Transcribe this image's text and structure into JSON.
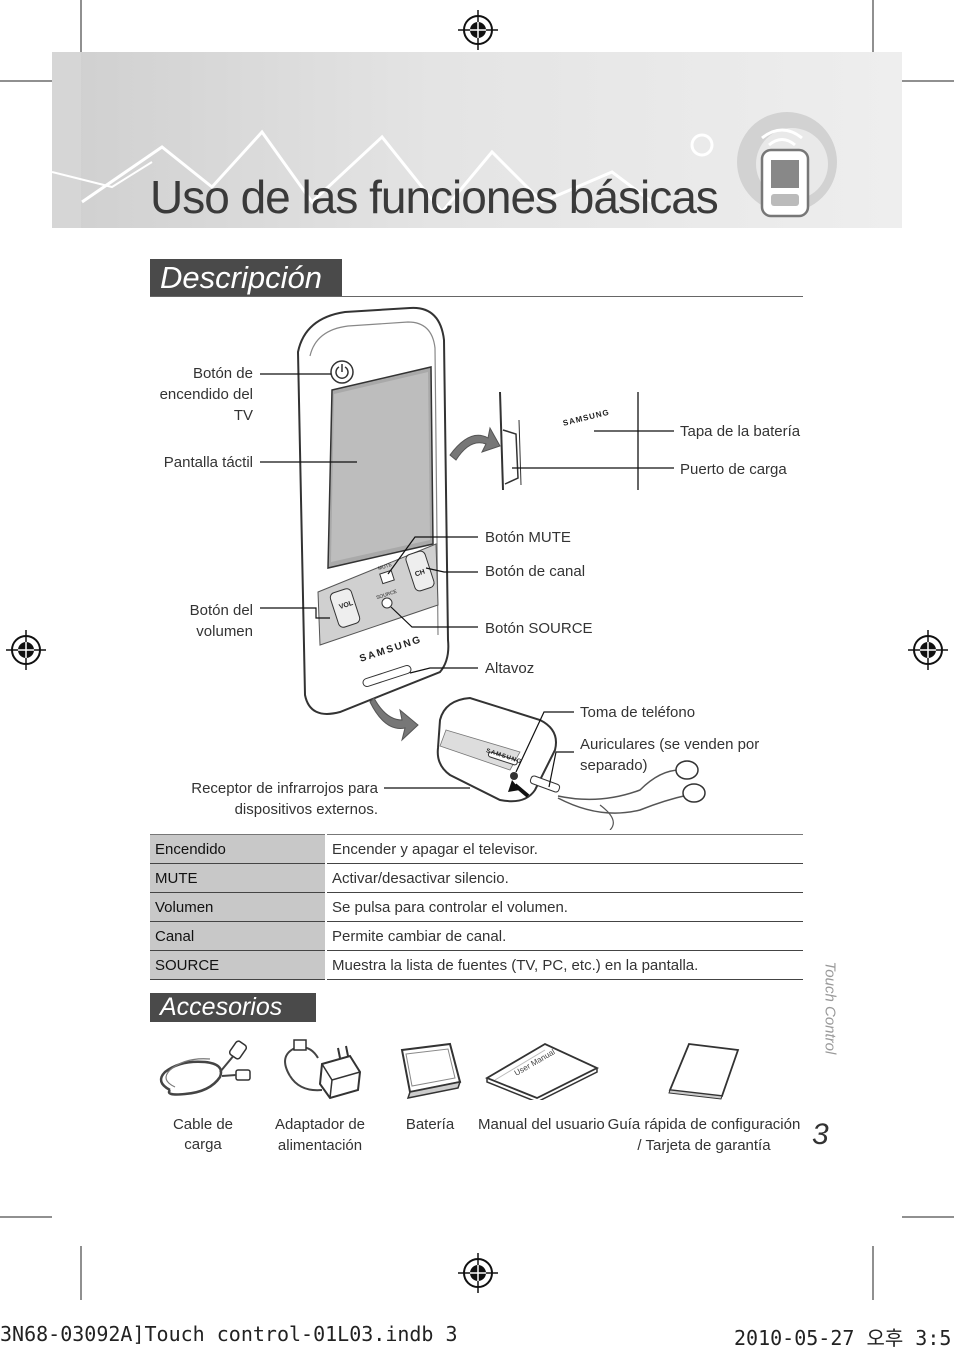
{
  "page": {
    "title": "Uso de las funciones básicas",
    "side_label": "Touch Control",
    "page_number": "3"
  },
  "description": {
    "heading": "Descripción",
    "labels": {
      "power": "Botón de encendido del TV",
      "touch_screen": "Pantalla táctil",
      "volume": "Botón del volumen",
      "battery_cover": "Tapa de la batería",
      "charge_port": "Puerto de carga",
      "mute": "Botón MUTE",
      "channel": "Botón de canal",
      "source": "Botón SOURCE",
      "speaker": "Altavoz",
      "phone_jack": "Toma de teléfono",
      "earphones": "Auriculares (se venden por separado)",
      "ir_receiver": "Receptor de infrarrojos para dispositivos externos."
    },
    "device_text": {
      "brand": "SAMSUNG",
      "vol": "VOL",
      "ch": "CH",
      "mute": "MUTE",
      "source": "SOURCE"
    }
  },
  "functions_table": [
    {
      "key": "Encendido",
      "value": "Encender y apagar el televisor."
    },
    {
      "key": "MUTE",
      "value": "Activar/desactivar silencio."
    },
    {
      "key": "Volumen",
      "value": "Se pulsa para controlar el volumen."
    },
    {
      "key": "Canal",
      "value": "Permite cambiar de canal."
    },
    {
      "key": "SOURCE",
      "value": "Muestra la lista de fuentes (TV, PC, etc.) en la pantalla."
    }
  ],
  "accessories": {
    "heading": "Accesorios",
    "items": [
      {
        "line1": "Cable de",
        "line2": "carga",
        "icon": "charging-cable-icon"
      },
      {
        "line1": "Adaptador de",
        "line2": "alimentación",
        "icon": "power-adapter-icon"
      },
      {
        "line1": "Batería",
        "line2": "",
        "icon": "battery-icon"
      },
      {
        "line1": "Manual del usuario",
        "line2": "",
        "icon": "user-manual-icon"
      },
      {
        "line1": "Guía rápida de configuración",
        "line2": "/ Tarjeta de garantía",
        "icon": "quick-guide-icon"
      }
    ],
    "manual_cover_text": "User Manual"
  },
  "footer": {
    "file": "3N68-03092A]Touch control-01L03.indb   3",
    "date": "2010-05-27   오후 3:5"
  }
}
